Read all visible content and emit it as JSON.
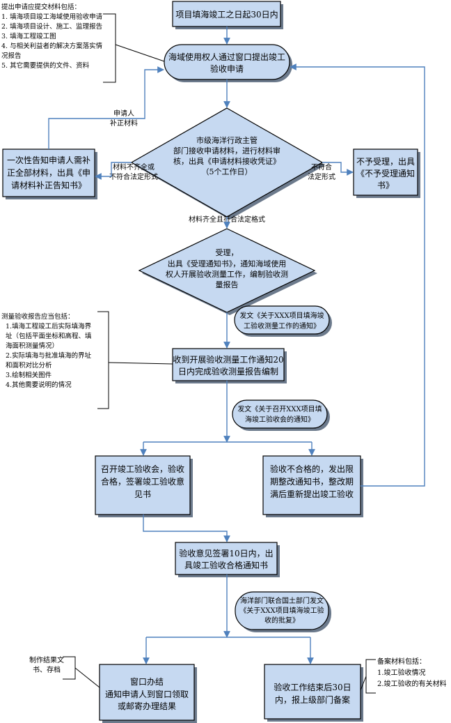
{
  "start_box": "项目填海竣工之日起30日内",
  "apply_box": [
    "海域使用权人通过窗口提出竣工",
    "验收申请"
  ],
  "materials_note": {
    "title": "提出申请应提交材料包括：",
    "items": [
      "1. 填海项目竣工海域使用验收申请",
      "2. 填海项目设计、施工、监理报告",
      "3. 填海工程竣工图",
      "4. 与相关利益者的解决方案落实情",
      "况报告",
      "5. 其它需要提供的文件、资料"
    ]
  },
  "review_diamond": [
    "市级海洋行政主管",
    "部门接收申请材料，进行材料审",
    "核，出具《申请材料接收凭证》",
    "（5个工作日）"
  ],
  "correction_box": [
    "一次性告知申请人需补",
    "正全部材料，出具《申",
    "请材料补正告知书》"
  ],
  "incomplete_label": [
    "材料不齐全或",
    "不符合法定形式"
  ],
  "applicant_label": [
    "申请人",
    "补正材料"
  ],
  "reject_label": [
    "不符合",
    "法定形式"
  ],
  "reject_box": [
    "不予受理，出具",
    "《不予受理通知",
    "书》"
  ],
  "complete_label": "材料齐全且符合法定格式",
  "accept_diamond": [
    "受理，",
    "出具《受理通知书》，通知海域使用",
    "权人开展验收测量工作，编制验收测",
    "量报告"
  ],
  "notice1": [
    "发文《关于XXX项目填海竣",
    "工验收测量工作的通知》"
  ],
  "survey_note": {
    "title": "测量验收报告应当包括：",
    "items": [
      "1.填海工程竣工后实际填海界",
      "址（包括平面坐标和高程、填",
      "海面积测量情况）",
      "2.实际填海与批准填海的界址",
      "和面积对比分析",
      "3.绘制相关图件",
      "4.其他需要说明的情况"
    ]
  },
  "survey_box": [
    "收到开展验收测量工作通知20",
    "日内完成验收测量报告编制"
  ],
  "notice2": [
    "发文《关于召开XXX项目填",
    "海竣工验收会的通知》"
  ],
  "meeting_box": [
    "召开竣工验收会，验收",
    "合格，签署竣工验收意",
    "见书"
  ],
  "fail_box": [
    "验收不合格的，发出限",
    "期整改通知书，整改期",
    "满后重新提出竣工验收"
  ],
  "cert_box": [
    "验收意见签署10日内，出",
    "具竣工验收合格通知书"
  ],
  "notice3": [
    "海洋部门联合国土部门发文",
    "《关于XXX项目填海竣工验",
    "收的批复》"
  ],
  "archive_label": [
    "制作结果文",
    "书、存档"
  ],
  "window_box": [
    "窗口办结",
    "通知申请人到窗口领取",
    "或邮寄办理结果"
  ],
  "report_box": [
    "验收工作结束后30日",
    "内，报上级部门备案"
  ],
  "filing_note": {
    "title": "备案材料包括：",
    "items": [
      "1.竣工验收情况",
      "2.竣工验收的有关材料"
    ]
  }
}
